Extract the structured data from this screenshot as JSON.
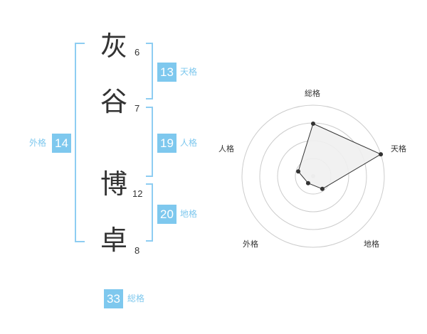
{
  "name": {
    "chars": [
      {
        "char": "灰",
        "strokes": "6"
      },
      {
        "char": "谷",
        "strokes": "7"
      },
      {
        "char": "博",
        "strokes": "12"
      },
      {
        "char": "卓",
        "strokes": "8"
      }
    ]
  },
  "fortunes": {
    "tenkaku": {
      "value": "13",
      "label": "天格"
    },
    "jinkaku": {
      "value": "19",
      "label": "人格"
    },
    "chikaku": {
      "value": "20",
      "label": "地格"
    },
    "gaikaku": {
      "value": "14",
      "label": "外格"
    },
    "soukaku": {
      "value": "33",
      "label": "総格"
    }
  },
  "radar": {
    "axes": [
      "総格",
      "天格",
      "地格",
      "外格",
      "人格"
    ],
    "values": [
      0.74,
      1.0,
      0.22,
      0.12,
      0.22
    ],
    "rings": 4,
    "line_color": "#333333",
    "fill_color": "#f0f0f0",
    "ring_color": "#cccccc"
  }
}
